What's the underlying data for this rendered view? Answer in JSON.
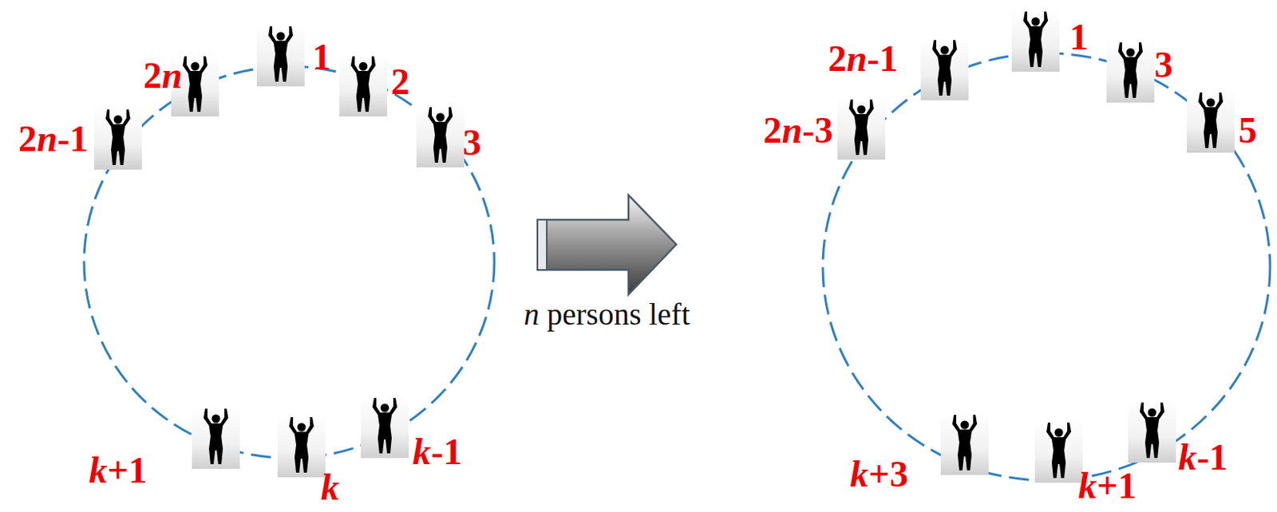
{
  "diagram": {
    "labels": [
      "1",
      "2",
      "3",
      "2n",
      "2n-1",
      "k-1",
      "k",
      "k+1",
      "1",
      "3",
      "5",
      "2n-1",
      "2n-3",
      "k-1",
      "k+1",
      "k+3",
      "n persons left"
    ]
  }
}
